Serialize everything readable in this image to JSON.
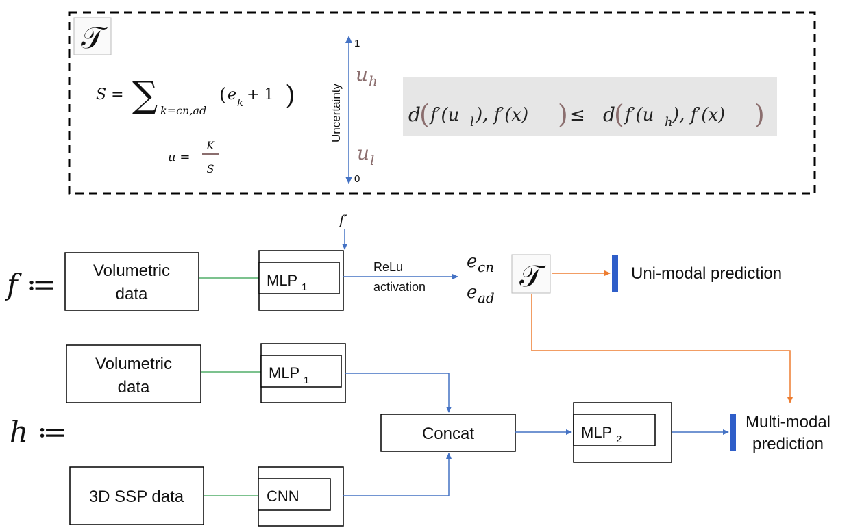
{
  "tau_symbol": "𝒯",
  "formulas": {
    "s_lhs": "S = ",
    "sigma": "∑",
    "s_sub": "k=cn,ad",
    "s_paren_open": "(",
    "s_e": "e",
    "s_e_sub": "k",
    "s_plus": " + 1",
    "s_paren_close": ")",
    "u_lhs": "u = ",
    "u_num": "K",
    "u_den": "S"
  },
  "uncertainty": {
    "axis_label": "Uncertainty",
    "top": "1",
    "bottom": "0",
    "uh": "u",
    "uh_sub": "h",
    "ul": "u",
    "ul_sub": "l"
  },
  "inequality": {
    "lhs_d": "d",
    "lhs_open": "(",
    "f1": "f′(u",
    "f1_sub": "l",
    "f1_rest": "), f′(x)",
    "lhs_close": ")",
    "leq": " ≤ ",
    "rhs_d": "d",
    "rhs_open": "(",
    "f2": "f′(u",
    "f2_sub": "h",
    "f2_rest": "), f′(x)",
    "rhs_close": ")"
  },
  "f_row": {
    "label": "f ≔",
    "fprime": "f′",
    "input_line1": "Volumetric",
    "input_line2": "data",
    "mlp": "MLP",
    "mlp_sub": "1",
    "relu_line1": "ReLu",
    "relu_line2": "activation",
    "e_cn": "e",
    "e_cn_sub": "cn",
    "e_ad": "e",
    "e_ad_sub": "ad",
    "output": "Uni-modal prediction"
  },
  "h_row": {
    "label": "h ≔",
    "input1_line1": "Volumetric",
    "input1_line2": "data",
    "mlp1": "MLP",
    "mlp1_sub": "1",
    "input2": "3D SSP data",
    "cnn": "CNN",
    "concat": "Concat",
    "mlp2": "MLP",
    "mlp2_sub": "2",
    "output_line1": "Multi-modal",
    "output_line2": "prediction"
  },
  "colors": {
    "blue": "#4472c4",
    "green": "#2e9e4a",
    "orange": "#ed7d31",
    "formula_brown": "#8b6e6e",
    "gray_box": "#e6e6e6",
    "bar_blue": "#2f5ec9"
  }
}
